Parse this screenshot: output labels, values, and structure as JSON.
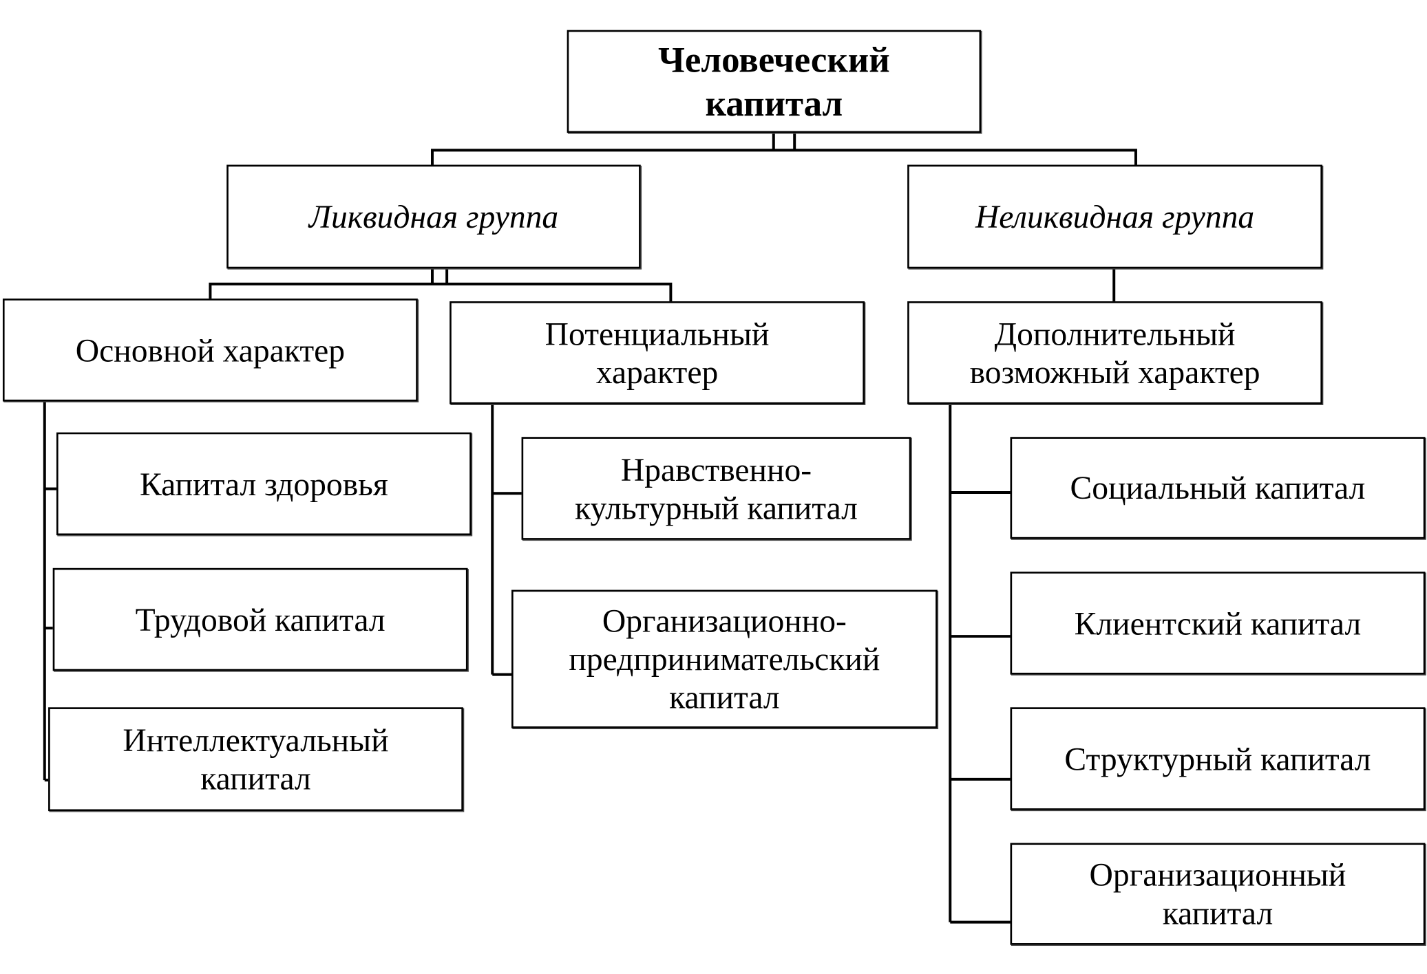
{
  "root": "Человеческий\nкапитал",
  "groups": {
    "liquid": "Ликвидная группа",
    "illiquid": "Неликвидная группа"
  },
  "characters": {
    "basic": "Основной характер",
    "potential": "Потенциальный\nхарактер",
    "additional": "Дополнительный\nвозможный характер"
  },
  "basic_items": [
    "Капитал здоровья",
    "Трудовой капитал",
    "Интеллектуальный\nкапитал"
  ],
  "potential_items": [
    "Нравственно-\nкультурный капитал",
    "Организационно-\nпредпринимательский\nкапитал"
  ],
  "additional_items": [
    "Социальный капитал",
    "Клиентский капитал",
    "Структурный капитал",
    "Организационный\nкапитал"
  ]
}
